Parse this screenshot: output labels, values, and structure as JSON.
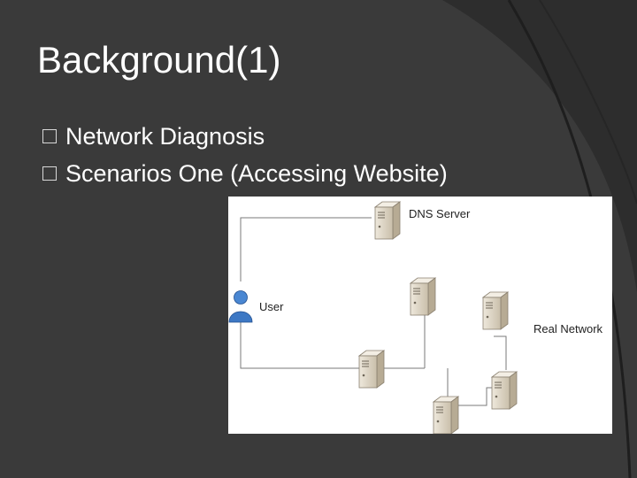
{
  "slide": {
    "title": "Background(1)",
    "bullets": [
      "Network Diagnosis",
      "Scenarios One (Accessing Website)"
    ]
  },
  "diagram": {
    "labels": {
      "dns": "DNS Server",
      "user": "User",
      "real_network": "Real Network"
    },
    "nodes": [
      "dns-server",
      "user",
      "server",
      "server",
      "server",
      "server",
      "server"
    ]
  },
  "colors": {
    "background": "#3a3a3a",
    "text": "#ffffff",
    "server_body": "#d8cfbf",
    "user_icon": "#3d78c4",
    "lines": "#7a7a7a"
  }
}
